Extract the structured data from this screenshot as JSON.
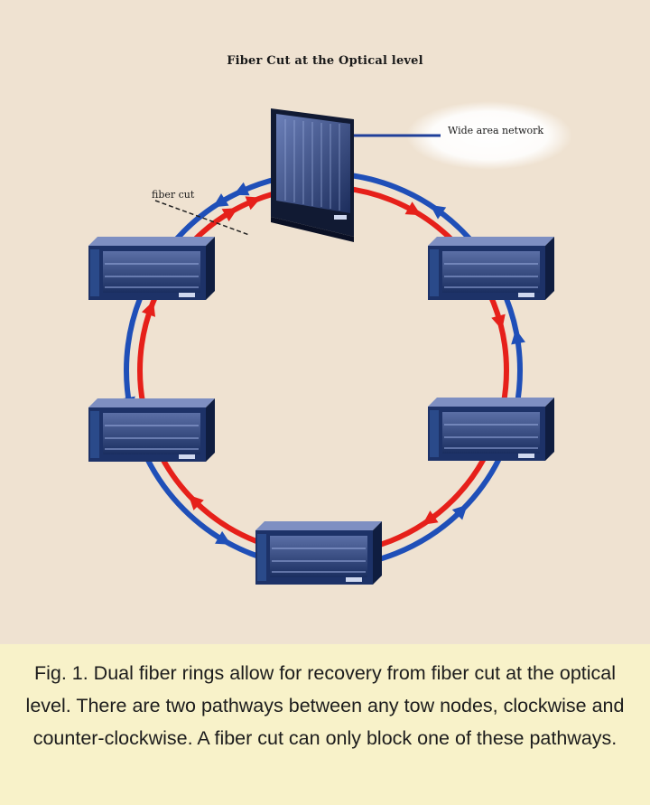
{
  "diagram": {
    "title": "Fiber Cut at the Optical level",
    "wan_label": "Wide area network",
    "fiber_cut_label": "fiber cut",
    "colors": {
      "background": "#efe2d1",
      "caption_background": "#f8f2c9",
      "outer_ring": "#1f4fb8",
      "inner_ring": "#e6201a",
      "node_body": "#1e3a70",
      "wan_line": "#1f3f9a"
    },
    "nodes": [
      "hub-node",
      "node-upper-right",
      "node-lower-right",
      "node-bottom",
      "node-lower-left",
      "node-upper-left"
    ]
  },
  "caption": "Fig. 1. Dual fiber rings allow for recovery from fiber cut at the optical level.  There are two pathways between any tow nodes, clockwise and counter-clockwise.  A fiber cut can only block one of these pathways."
}
